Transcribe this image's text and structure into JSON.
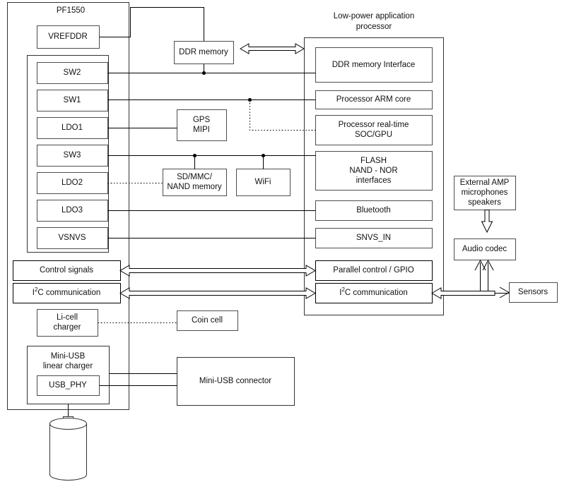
{
  "diagram": {
    "title_left": "PF1550",
    "title_right": "Low-power application\nprocessor",
    "type": "block-diagram"
  },
  "pmic": {
    "name": "PF1550",
    "vrefddr": "VREFDDR",
    "regulators": [
      {
        "label": "SW2"
      },
      {
        "label": "SW1"
      },
      {
        "label": "LDO1"
      },
      {
        "label": "SW3"
      },
      {
        "label": "LDO2"
      },
      {
        "label": "LDO3"
      },
      {
        "label": "VSNVS"
      }
    ],
    "control_signals": "Control signals",
    "i2c": {
      "pre": "I",
      "sup": "2",
      "post": "C communication"
    },
    "li_cell_charger": "Li-cell\ncharger",
    "mini_usb_charger": "Mini-USB\nlinear charger",
    "usb_phy": "USB_PHY"
  },
  "middle": {
    "ddr_memory": "DDR memory",
    "gps_mipi": "GPS\nMIPI",
    "sd_mmc": "SD/MMC/\nNAND memory",
    "wifi": "WiFi",
    "coin_cell": "Coin cell",
    "mini_usb_connector": "Mini-USB connector"
  },
  "processor": {
    "title": "Low-power application\nprocessor",
    "blocks": [
      {
        "label": "DDR memory Interface"
      },
      {
        "label": "Processor ARM core"
      },
      {
        "label": "Processor real-time\nSOC/GPU"
      },
      {
        "label": "FLASH\nNAND - NOR\ninterfaces"
      },
      {
        "label": "Bluetooth"
      },
      {
        "label": "SNVS_IN"
      },
      {
        "label": "Parallel control / GPIO"
      }
    ],
    "i2c": {
      "pre": "I",
      "sup": "2",
      "post": "C communication"
    }
  },
  "peripherals": {
    "external_amp": "External AMP\nmicrophones\nspeakers",
    "audio_codec": "Audio codec",
    "sensors": "Sensors",
    "battery": "battery-cell"
  },
  "colors": {
    "line": "#000000",
    "box_border": "#4d4d4d",
    "background": "#ffffff",
    "text": "#111111"
  }
}
